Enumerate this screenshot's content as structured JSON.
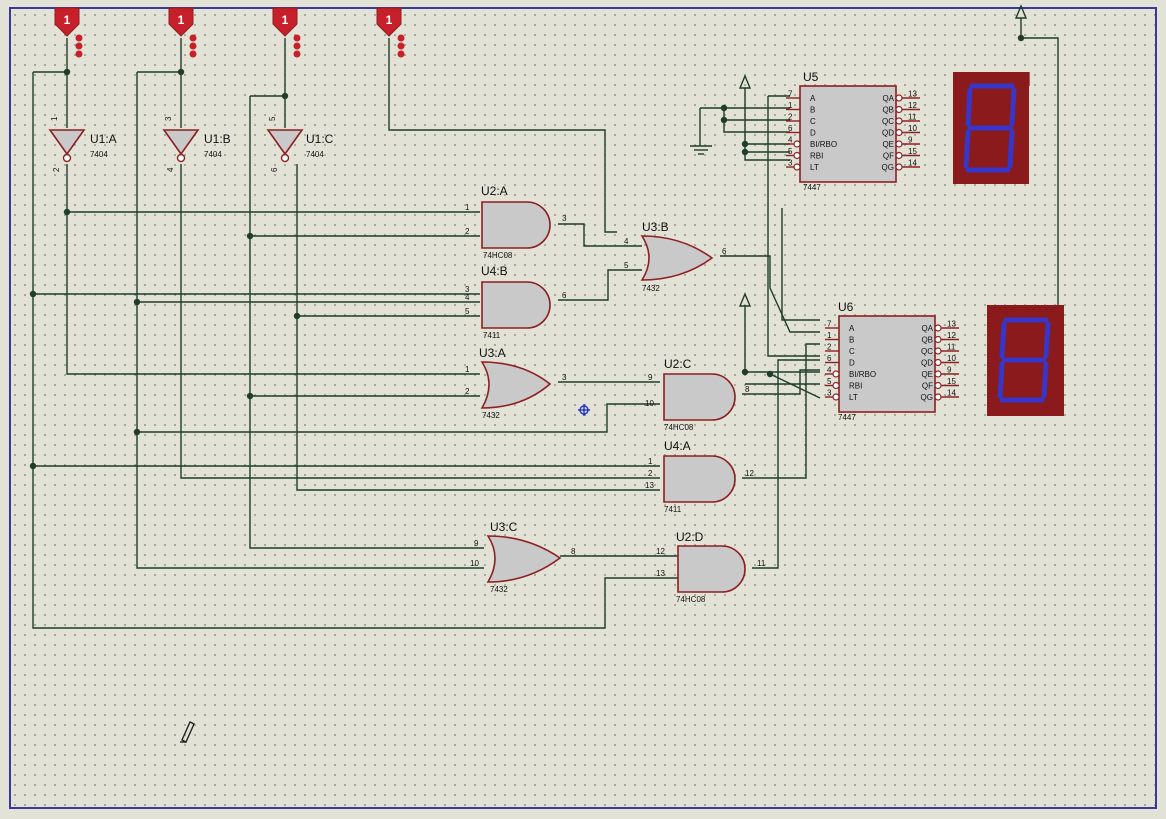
{
  "inputs": [
    {
      "name": "logicstate-1",
      "value": "1"
    },
    {
      "name": "logicstate-2",
      "value": "1"
    },
    {
      "name": "logicstate-3",
      "value": "1"
    },
    {
      "name": "logicstate-4",
      "value": "1"
    }
  ],
  "inverters": [
    {
      "ref": "U1:A",
      "part": "7404",
      "pin_in": "1",
      "pin_out": "2"
    },
    {
      "ref": "U1:B",
      "part": "7404",
      "pin_in": "3",
      "pin_out": "4"
    },
    {
      "ref": "U1:C",
      "part": "7404",
      "pin_in": "5",
      "pin_out": "6"
    }
  ],
  "gates": {
    "u2a": {
      "ref": "U2:A",
      "part": "74HC08",
      "pins": [
        "1",
        "2",
        "3"
      ]
    },
    "u4b": {
      "ref": "U4:B",
      "part": "7411",
      "pins": [
        "3",
        "4",
        "5",
        "6"
      ]
    },
    "u3b": {
      "ref": "U3:B",
      "part": "7432",
      "pins": [
        "4",
        "5",
        "6"
      ]
    },
    "u3a": {
      "ref": "U3:A",
      "part": "7432",
      "pins": [
        "1",
        "2",
        "3"
      ]
    },
    "u2c": {
      "ref": "U2:C",
      "part": "74HC08",
      "pins": [
        "9",
        "10",
        "8"
      ]
    },
    "u4a": {
      "ref": "U4:A",
      "part": "7411",
      "pins": [
        "1",
        "2",
        "13",
        "12"
      ]
    },
    "u3c": {
      "ref": "U3:C",
      "part": "7432",
      "pins": [
        "9",
        "10",
        "8"
      ]
    },
    "u2d": {
      "ref": "U2:D",
      "part": "74HC08",
      "pins": [
        "12",
        "13",
        "11"
      ]
    }
  },
  "decoders": [
    {
      "ref": "U5",
      "part": "7447",
      "left_pins": [
        {
          "num": "7",
          "name": "A"
        },
        {
          "num": "1",
          "name": "B"
        },
        {
          "num": "2",
          "name": "C"
        },
        {
          "num": "6",
          "name": "D"
        },
        {
          "num": "4",
          "name": "BI/RBO"
        },
        {
          "num": "5",
          "name": "RBI"
        },
        {
          "num": "3",
          "name": "LT"
        }
      ],
      "right_pins": [
        {
          "num": "13",
          "name": "QA"
        },
        {
          "num": "12",
          "name": "QB"
        },
        {
          "num": "11",
          "name": "QC"
        },
        {
          "num": "10",
          "name": "QD"
        },
        {
          "num": "9",
          "name": "QE"
        },
        {
          "num": "15",
          "name": "QF"
        },
        {
          "num": "14",
          "name": "QG"
        }
      ]
    },
    {
      "ref": "U6",
      "part": "7447",
      "left_pins": [
        {
          "num": "7",
          "name": "A"
        },
        {
          "num": "1",
          "name": "B"
        },
        {
          "num": "2",
          "name": "C"
        },
        {
          "num": "6",
          "name": "D"
        },
        {
          "num": "4",
          "name": "BI/RBO"
        },
        {
          "num": "5",
          "name": "RBI"
        },
        {
          "num": "3",
          "name": "LT"
        }
      ],
      "right_pins": [
        {
          "num": "13",
          "name": "QA"
        },
        {
          "num": "12",
          "name": "QB"
        },
        {
          "num": "11",
          "name": "QC"
        },
        {
          "num": "10",
          "name": "QD"
        },
        {
          "num": "9",
          "name": "QE"
        },
        {
          "num": "15",
          "name": "QF"
        },
        {
          "num": "14",
          "name": "QG"
        }
      ]
    }
  ],
  "displays": [
    {
      "name": "seven-seg-1",
      "digit": "8"
    },
    {
      "name": "seven-seg-2",
      "digit": "8"
    }
  ],
  "colors": {
    "background": "#e3e2d6",
    "wire": "#1f3d2a",
    "component": "#8e1f22",
    "logic_state": "#c8202a",
    "display_bg": "#8a1a1c",
    "segment": "#3636c8"
  }
}
